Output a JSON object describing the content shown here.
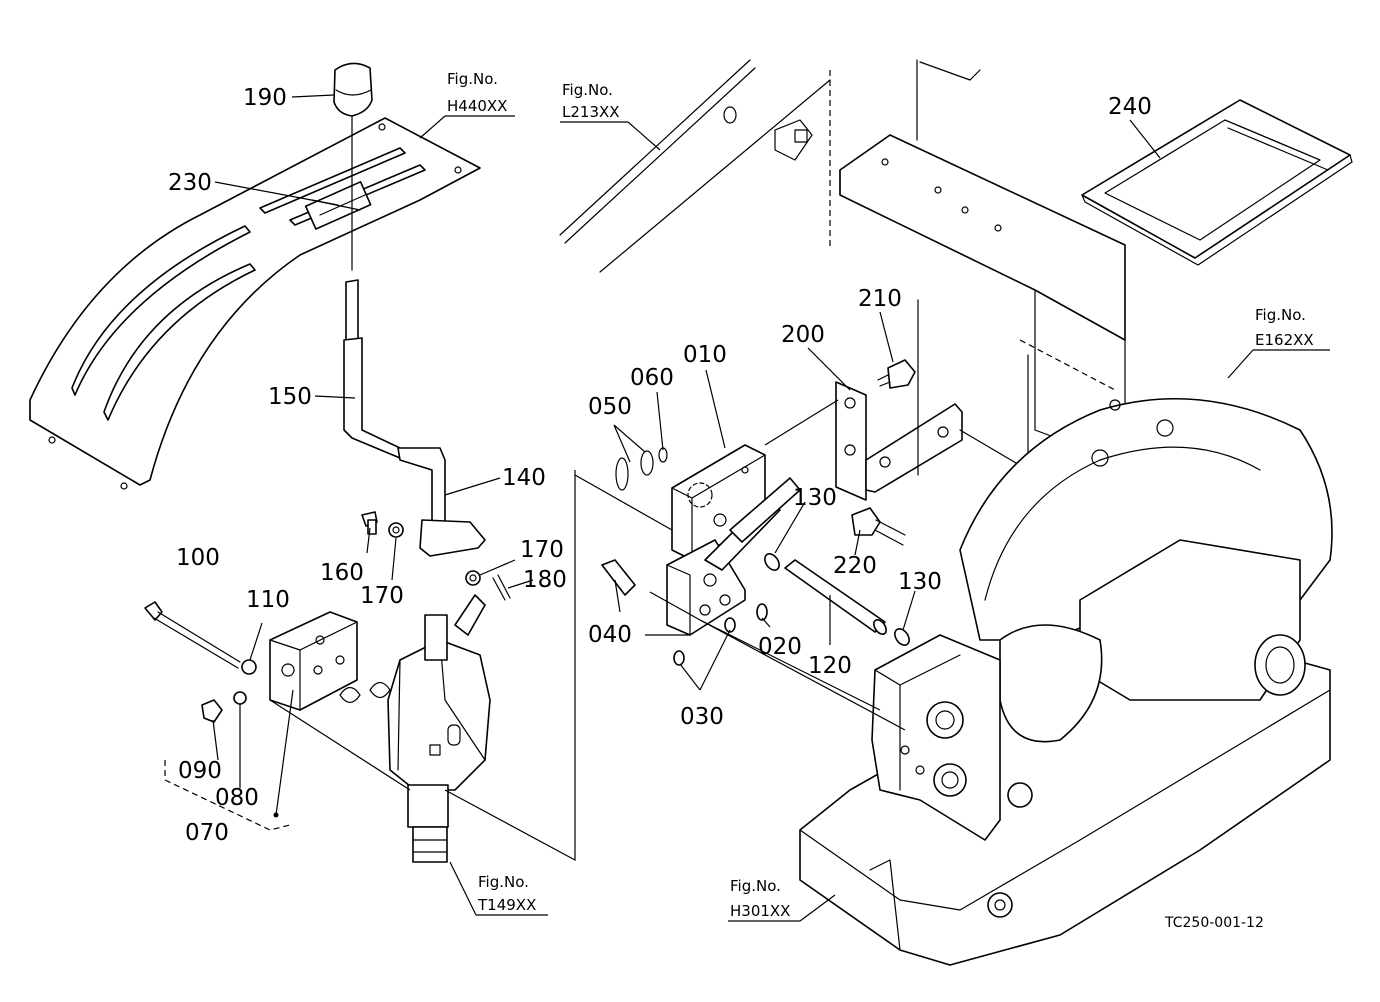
{
  "figure_refs": [
    {
      "line1": "Fig.No.",
      "line2": "H440XX"
    },
    {
      "line1": "Fig.No.",
      "line2": "L213XX"
    },
    {
      "line1": "Fig.No.",
      "line2": "E162XX"
    },
    {
      "line1": "Fig.No.",
      "line2": "T149XX"
    },
    {
      "line1": "Fig.No.",
      "line2": "H301XX"
    }
  ],
  "callouts": {
    "p190": "190",
    "p230": "230",
    "p150": "150",
    "p140": "140",
    "p160": "160",
    "p170a": "170",
    "p170b": "170",
    "p180": "180",
    "p100": "100",
    "p110": "110",
    "p090": "090",
    "p080": "080",
    "p070": "070",
    "p010": "010",
    "p060": "060",
    "p050": "050",
    "p040": "040",
    "p030": "030",
    "p020": "020",
    "p130a": "130",
    "p130b": "130",
    "p120": "120",
    "p200": "200",
    "p210": "210",
    "p220": "220",
    "p240": "240"
  },
  "drawing_code": "TC250-001-12"
}
